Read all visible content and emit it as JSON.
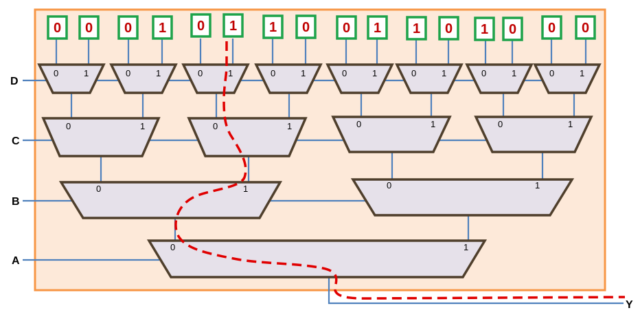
{
  "inputs": [
    "0",
    "0",
    "0",
    "1",
    "0",
    "1",
    "1",
    "0",
    "0",
    "1",
    "1",
    "0",
    "1",
    "0",
    "0",
    "0"
  ],
  "select_labels": {
    "d": "D",
    "c": "C",
    "b": "B",
    "a": "A"
  },
  "output_label": "Y",
  "port_labels": {
    "zero": "0",
    "one": "1"
  },
  "colors": {
    "background_panel": "#fde9d9",
    "panel_border": "#f79646",
    "mux_fill": "#e6e1ea",
    "mux_stroke": "#4f3f2c",
    "wire": "#4f81bd",
    "input_box_border": "#1ea34a",
    "input_value": "#c00000",
    "highlight_path": "#e00000"
  }
}
